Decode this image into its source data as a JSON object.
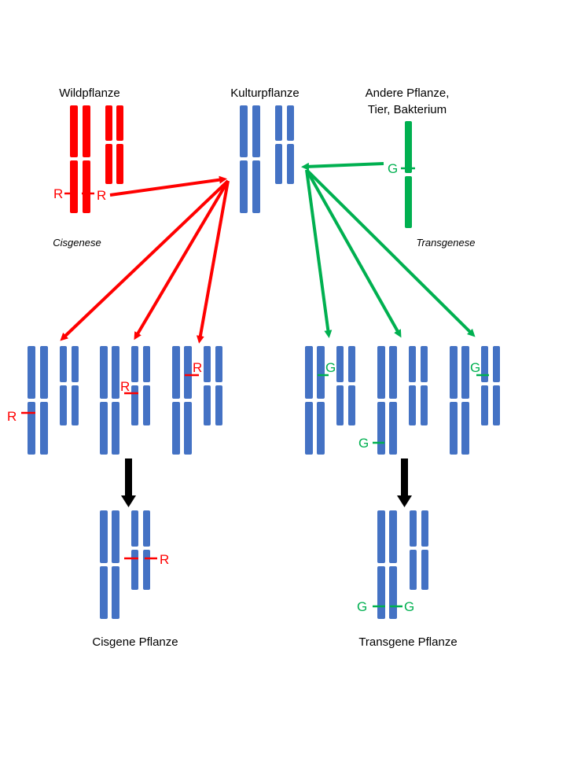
{
  "labels": {
    "wild": "Wildpflanze",
    "crop": "Kulturpflanze",
    "other_line1": "Andere Pflanze,",
    "other_line2": "Tier, Bakterium",
    "cisgenese": "Cisgenese",
    "transgenese": "Transgenese",
    "cis_result": "Cisgene Pflanze",
    "trans_result": "Transgene Pflanze"
  },
  "genes": {
    "r": "R",
    "g": "G"
  },
  "colors": {
    "chromosome": "#4472c4",
    "cis": "#ff0000",
    "trans": "#00b050",
    "arrow_down": "#000000"
  }
}
